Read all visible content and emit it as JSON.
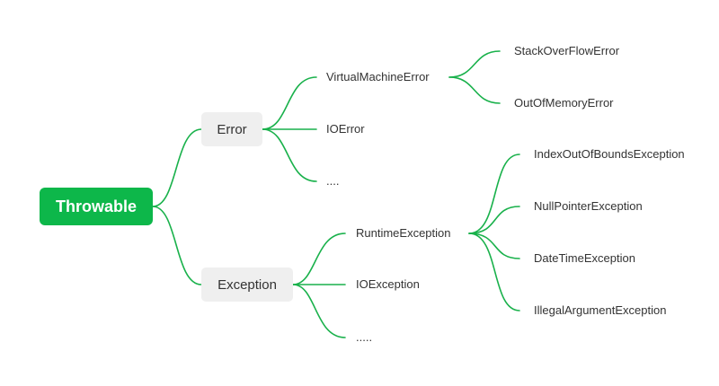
{
  "colors": {
    "accent": "#0db74a",
    "connector": "#19b14b",
    "pill_bg": "#efefef",
    "text": "#333333"
  },
  "root": {
    "label": "Throwable"
  },
  "branches": {
    "error": {
      "label": "Error",
      "children": {
        "vm_error": {
          "label": "VirtualMachineError",
          "children": [
            "StackOverFlowError",
            "OutOfMemoryError"
          ]
        },
        "io_error": {
          "label": "IOError"
        },
        "more": {
          "label": "...."
        }
      }
    },
    "exception": {
      "label": "Exception",
      "children": {
        "runtime": {
          "label": "RuntimeException",
          "children": [
            "IndexOutOfBoundsException",
            "NullPointerException",
            "DateTimeException",
            "IllegalArgumentException"
          ]
        },
        "io_exception": {
          "label": "IOException"
        },
        "more": {
          "label": "....."
        }
      }
    }
  }
}
